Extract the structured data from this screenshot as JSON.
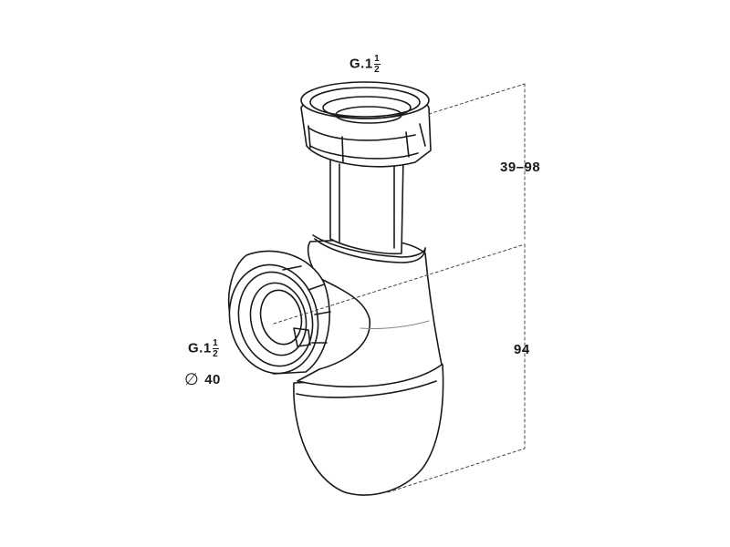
{
  "labels": {
    "top_thread": {
      "main": "G.1",
      "num": "1",
      "den": "2"
    },
    "side_thread": {
      "main": "G.1",
      "num": "1",
      "den": "2"
    },
    "diameter": {
      "symbol": "∅",
      "value": "40"
    },
    "height_adjust": "39–98",
    "depth": "94"
  },
  "colors": {
    "line": "#1a1a1a",
    "dash": "#444444",
    "background": "#ffffff"
  }
}
